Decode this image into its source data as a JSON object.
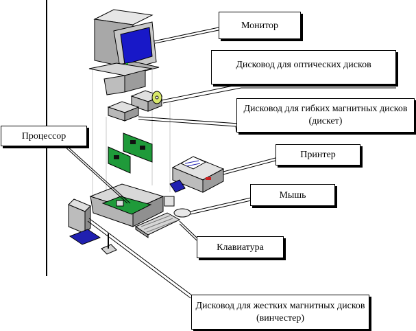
{
  "labels": {
    "monitor": "Монитор",
    "optical_drive": "Дисковод для  оптических дисков",
    "floppy_drive": "Дисковод для  гибких магнитных дисков (дискет)",
    "processor": "Процессор",
    "printer": "Принтер",
    "mouse": "Мышь",
    "keyboard": "Клавиатура",
    "hard_drive": "Дисковод для  жестких магнитных дисков (винчестер)"
  },
  "colors": {
    "monitor_screen": "#1818c8",
    "board_green": "#1f9a3a",
    "body_gray": "#c0c0c0",
    "device_blue": "#2020b0",
    "line": "#000000"
  }
}
